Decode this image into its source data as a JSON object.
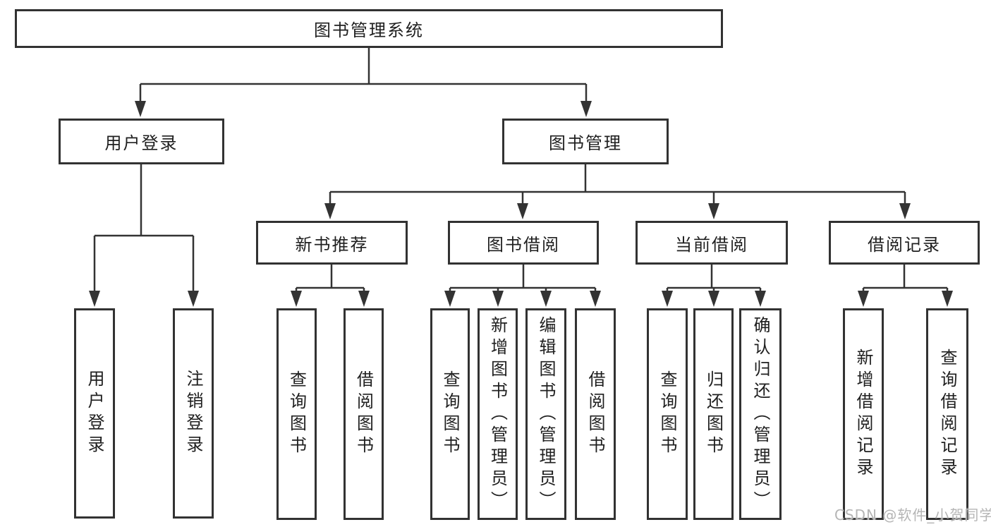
{
  "diagram": {
    "title": "图书管理系统",
    "tree": {
      "label": "图书管理系统",
      "children": [
        {
          "label": "用户登录",
          "children": [
            {
              "label": "用户登录"
            },
            {
              "label": "注销登录"
            }
          ]
        },
        {
          "label": "图书管理",
          "children": [
            {
              "label": "新书推荐",
              "children": [
                {
                  "label": "查询图书"
                },
                {
                  "label": "借阅图书"
                }
              ]
            },
            {
              "label": "图书借阅",
              "children": [
                {
                  "label": "查询图书"
                },
                {
                  "label": "新增图书（管理员）"
                },
                {
                  "label": "编辑图书（管理员）"
                },
                {
                  "label": "借阅图书"
                }
              ]
            },
            {
              "label": "当前借阅",
              "children": [
                {
                  "label": "查询图书"
                },
                {
                  "label": "归还图书"
                },
                {
                  "label": "确认归还（管理员）"
                }
              ]
            },
            {
              "label": "借阅记录",
              "children": [
                {
                  "label": "新增借阅记录"
                },
                {
                  "label": "查询借阅记录"
                }
              ]
            }
          ]
        }
      ]
    },
    "colors": {
      "line": "#333333",
      "box_border": "#323232",
      "box_fill": "#ffffff",
      "text": "#1f1f1f",
      "watermark": "#b5b5b5"
    }
  },
  "watermark": {
    "text": "CSDN @软件_小贺同学"
  }
}
